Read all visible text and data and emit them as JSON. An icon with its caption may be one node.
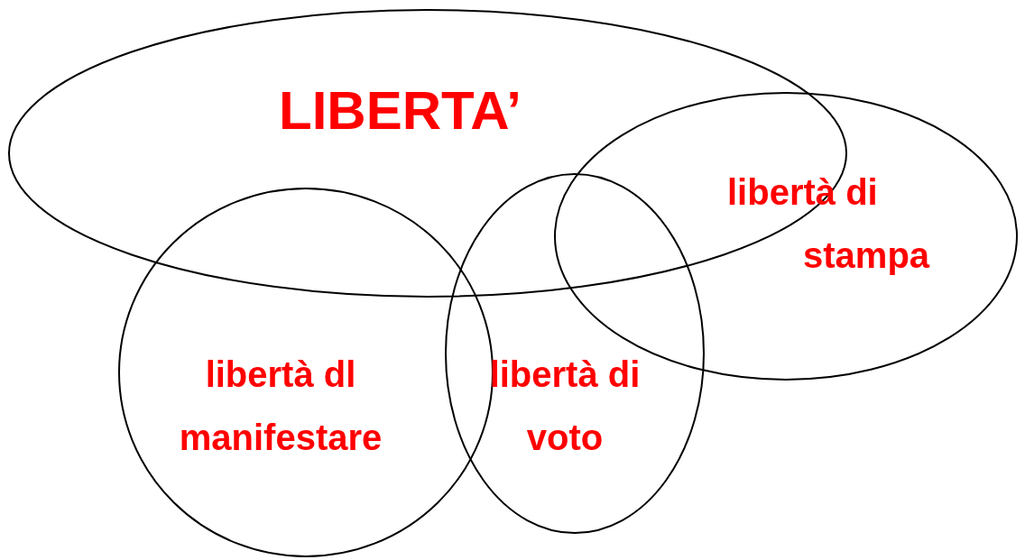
{
  "diagram": {
    "nodes": [
      {
        "text": [
          "LIBERTA’"
        ]
      },
      {
        "text": [
          "libertà di stampa"
        ]
      },
      {
        "text": [
          "libertà dl manifestare"
        ]
      },
      {
        "text": [
          "libertà di voto"
        ]
      }
    ]
  }
}
